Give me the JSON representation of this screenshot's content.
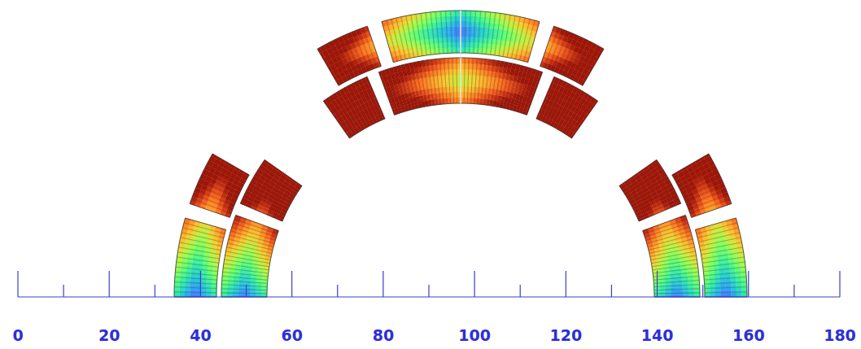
{
  "diagram": {
    "labels": [
      "0",
      "20",
      "40",
      "60",
      "80",
      "100",
      "120",
      "140",
      "160",
      "180"
    ]
  }
}
